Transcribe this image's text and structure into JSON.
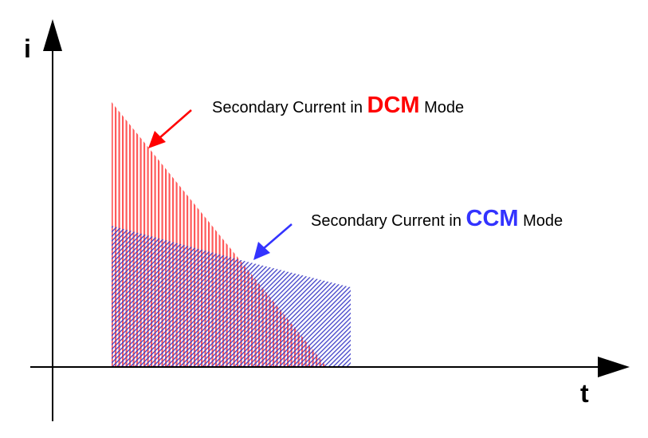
{
  "axes": {
    "y_label": "i",
    "x_label": "t"
  },
  "dcm": {
    "prefix": "Secondary Current in ",
    "key": "DCM",
    "suffix": " Mode",
    "color": "#ff0000",
    "hatch_color": "#ff5a5a"
  },
  "ccm": {
    "prefix": "Secondary Current in ",
    "key": "CCM",
    "suffix": " Mode",
    "color": "#3333ff",
    "hatch_color": "#4040c8"
  },
  "axis_color": "#000000"
}
